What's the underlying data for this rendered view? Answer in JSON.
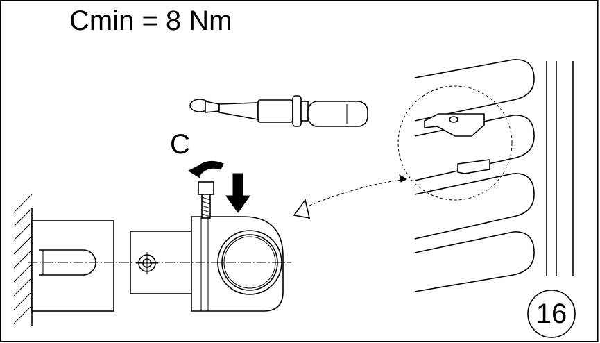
{
  "diagram": {
    "torque_label": "Cmin = 8 Nm",
    "rotation_label": "C",
    "step_number": "16"
  },
  "colors": {
    "ink": "#000000",
    "paper": "#ffffff"
  },
  "icons": {
    "tool": "torque-wrench-icon",
    "rotation": "rotation-arrow-icon",
    "push": "down-arrow-icon",
    "detail": "detail-triangle-icon"
  }
}
